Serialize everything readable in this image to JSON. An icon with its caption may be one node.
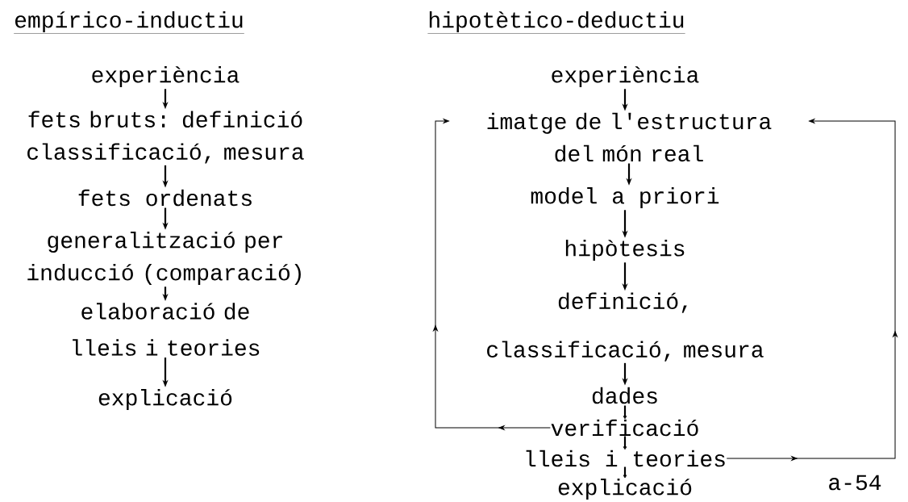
{
  "diagram": {
    "nodes": [
      {
        "text": [
          "experiència"
        ]
      },
      {
        "text": [
          "fets bruts: definició classificació, mesura"
        ]
      },
      {
        "text": [
          "fets ordenats"
        ]
      },
      {
        "text": [
          "generalització per inducció (comparació)"
        ]
      },
      {
        "text": [
          "elaboració de lleis i teories"
        ]
      },
      {
        "text": [
          "explicació"
        ]
      },
      {
        "text": [
          "experiència"
        ]
      },
      {
        "text": [
          "imatge de l'estructura del món real"
        ]
      },
      {
        "text": [
          "model a priori"
        ]
      },
      {
        "text": [
          "hipòtesis"
        ]
      },
      {
        "text": [
          "definició, classificació, mesura"
        ]
      },
      {
        "text": [
          "dades"
        ]
      },
      {
        "text": [
          "verificació"
        ]
      },
      {
        "text": [
          "lleis i teories"
        ]
      },
      {
        "text": [
          "explicació"
        ]
      }
    ],
    "edges": [
      {
        "from": 0,
        "to": 1,
        "arrow": "to"
      },
      {
        "from": 1,
        "to": 2,
        "arrow": "to"
      },
      {
        "from": 2,
        "to": 3,
        "arrow": "to"
      },
      {
        "from": 3,
        "to": 4,
        "arrow": "to"
      },
      {
        "from": 4,
        "to": 5,
        "arrow": "to"
      },
      {
        "from": 6,
        "to": 7,
        "arrow": "to"
      },
      {
        "from": 7,
        "to": 8,
        "arrow": "to"
      },
      {
        "from": 8,
        "to": 9,
        "arrow": "to"
      },
      {
        "from": 9,
        "to": 10,
        "arrow": "to"
      },
      {
        "from": 10,
        "to": 11,
        "arrow": "to"
      },
      {
        "from": 11,
        "to": 12,
        "arrow": "to"
      },
      {
        "from": 12,
        "to": 13,
        "arrow": "to"
      },
      {
        "from": 13,
        "to": 14,
        "arrow": "to"
      },
      {
        "from": 12,
        "to": 7,
        "arrow": "to"
      },
      {
        "from": 13,
        "to": 7,
        "arrow": "to"
      }
    ],
    "labels": [
      "empírico-inductiu",
      "hipotètico-deductiu",
      "a-54"
    ]
  }
}
